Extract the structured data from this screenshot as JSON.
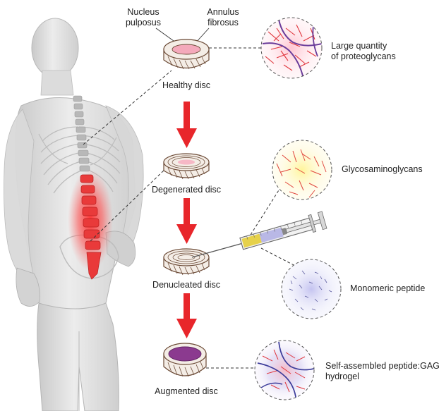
{
  "labels": {
    "nucleus_pulposus": [
      "Nucleus",
      "pulposus"
    ],
    "annulus_fibrosus": [
      "Annulus",
      "fibrosus"
    ],
    "healthy_disc": "Healthy disc",
    "degenerated_disc": "Degenerated disc",
    "denucleated_disc": "Denucleated disc",
    "augmented_disc": "Augmented disc",
    "proteoglycans": [
      "Large quantity",
      "of proteoglycans"
    ],
    "glycosaminoglycans": "Glycosaminoglycans",
    "monomeric_peptide": "Monomeric peptide",
    "hydrogel": [
      "Self-assembled peptide:GAG",
      "hydrogel"
    ]
  },
  "icons": {
    "body": "human-back-spine-icon",
    "arrow": "down-arrow-icon",
    "syringe": "syringe-icon"
  },
  "colors": {
    "arrow": "#e8262b",
    "spine_highlight": "#e83a3a",
    "nucleus_healthy": "#f4a9bb",
    "nucleus_augmented": "#8b3a8f",
    "disc_outline": "#6b4a36",
    "proteoglycan_fibre": "#e0353c",
    "proteoglycan_core": "#6a3c9a",
    "gag_glow": "#fff2a0",
    "peptide_glow": "#c9c8f0",
    "syringe_yellow": "#e6d14a",
    "syringe_blue": "#b9b8e6"
  }
}
